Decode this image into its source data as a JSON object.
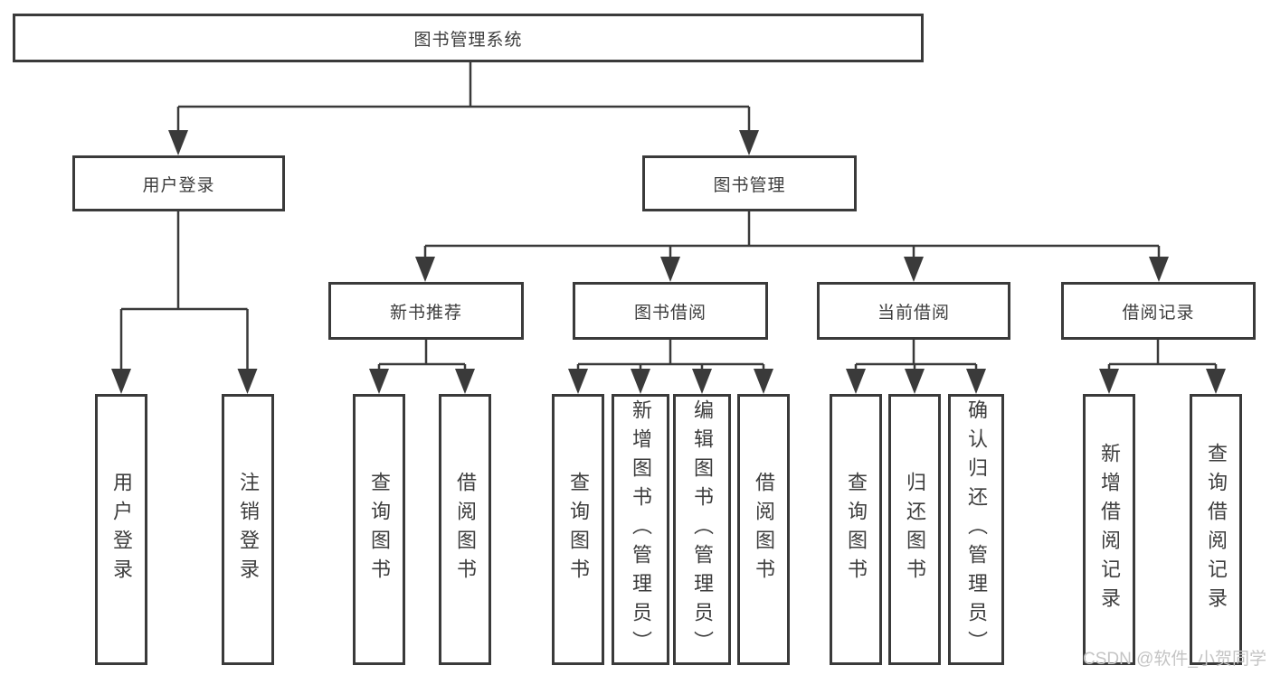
{
  "diagram": {
    "root": {
      "label": "图书管理系统"
    },
    "branches": [
      {
        "label": "用户登录",
        "children": [
          {
            "label": "用户登录"
          },
          {
            "label": "注销登录"
          }
        ]
      },
      {
        "label": "图书管理",
        "children": [
          {
            "label": "新书推荐",
            "children": [
              {
                "label": "查询图书"
              },
              {
                "label": "借阅图书"
              }
            ]
          },
          {
            "label": "图书借阅",
            "children": [
              {
                "label": "查询图书"
              },
              {
                "label": "新增图书（管理员）"
              },
              {
                "label": "编辑图书（管理员）"
              },
              {
                "label": "借阅图书"
              }
            ]
          },
          {
            "label": "当前借阅",
            "children": [
              {
                "label": "查询图书"
              },
              {
                "label": "归还图书"
              },
              {
                "label": "确认归还（管理员）"
              }
            ]
          },
          {
            "label": "借阅记录",
            "children": [
              {
                "label": "新增借阅记录"
              },
              {
                "label": "查询借阅记录"
              }
            ]
          }
        ]
      }
    ]
  },
  "watermark": {
    "text": "CSDN @软件_小贺同学"
  },
  "colors": {
    "line": "#3a3a3a",
    "text": "#3d3d3d",
    "watermark": "#c4c4c4",
    "background": "#ffffff"
  }
}
